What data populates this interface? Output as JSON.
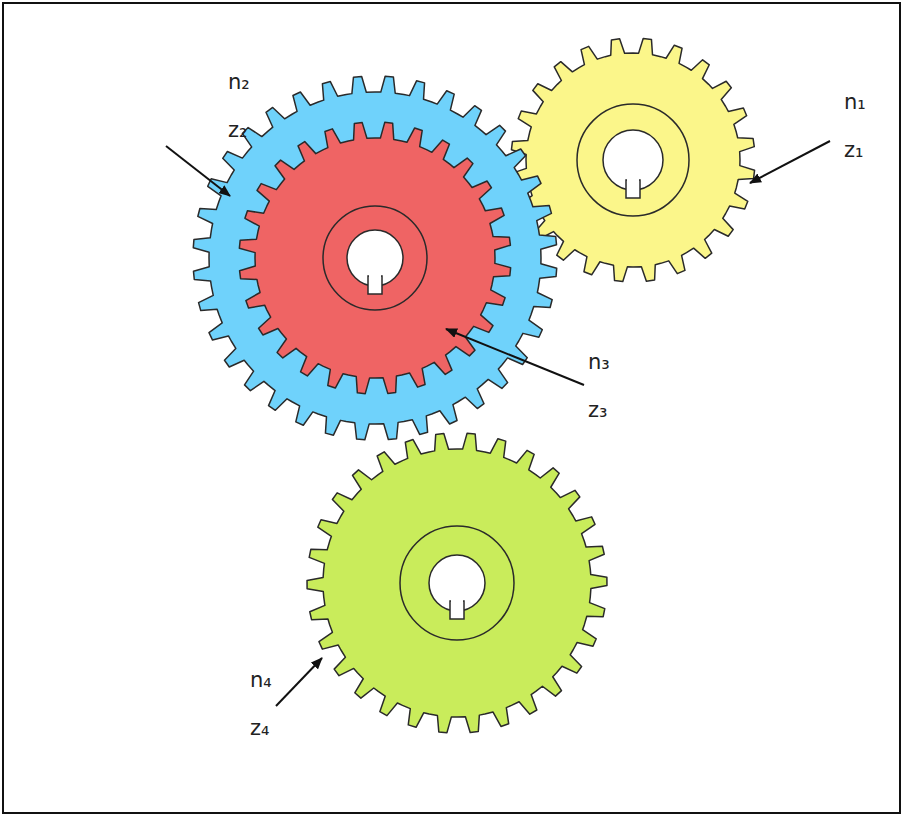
{
  "diagram": {
    "labels": [
      "n₂",
      "z₂",
      "n₁",
      "z₁",
      "n₃",
      "z₃",
      "n₄",
      "z₄"
    ]
  }
}
